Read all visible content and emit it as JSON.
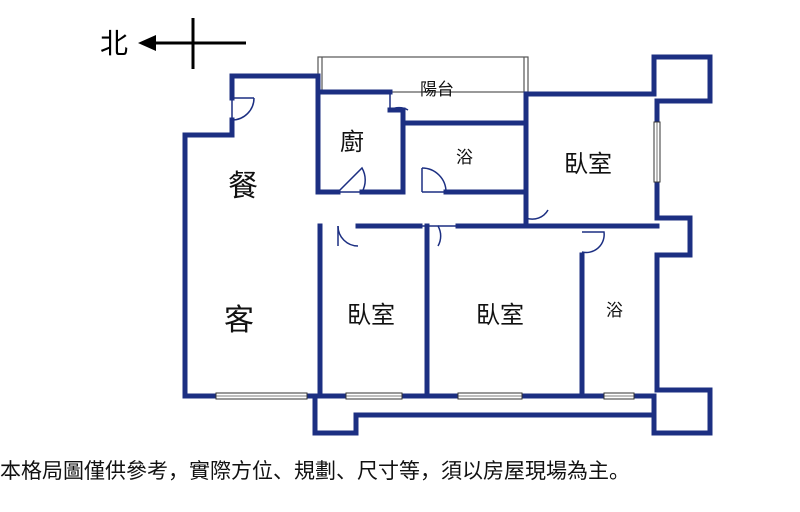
{
  "compass": {
    "direction_label": "北"
  },
  "rooms": {
    "balcony": "陽台",
    "kitchen": "廚",
    "bath_upper": "浴",
    "bedroom_ne": "臥室",
    "dining": "餐",
    "living": "客",
    "bedroom_sw": "臥室",
    "bedroom_s": "臥室",
    "bath_lower": "浴"
  },
  "colors": {
    "wall": "#1c2f82"
  },
  "disclaimer": "本格局圖僅供參考，實際方位、規劃、尺寸等，須以房屋現場為主。"
}
